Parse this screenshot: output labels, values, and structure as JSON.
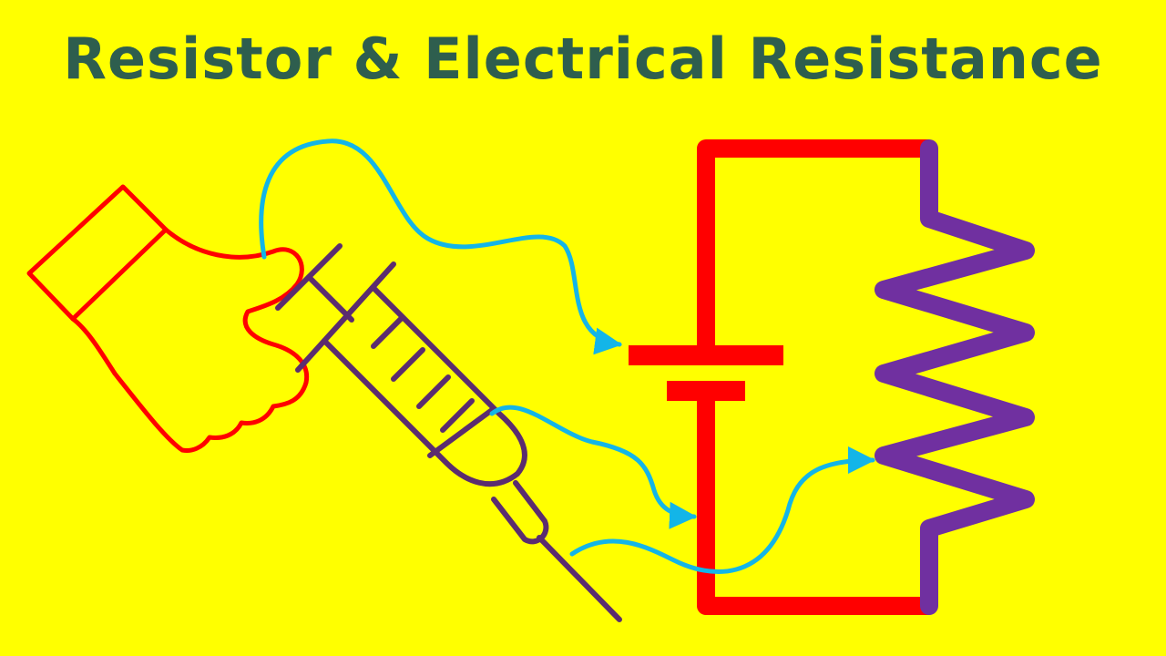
{
  "title": "Resistor & Electrical Resistance",
  "colors": {
    "background": "#FFFF00",
    "title": "#2E5E4E",
    "circuit_wire": "#FF0000",
    "resistor": "#7030A0",
    "hand_outline": "#FF0000",
    "syringe": "#5B2C6F",
    "flow_arrows": "#13B5E8"
  },
  "diagram_elements": {
    "hand": "hand-outline",
    "syringe": "syringe-outline",
    "battery": "battery-cell",
    "resistor": "zigzag-resistor",
    "flow_lines": 3
  }
}
